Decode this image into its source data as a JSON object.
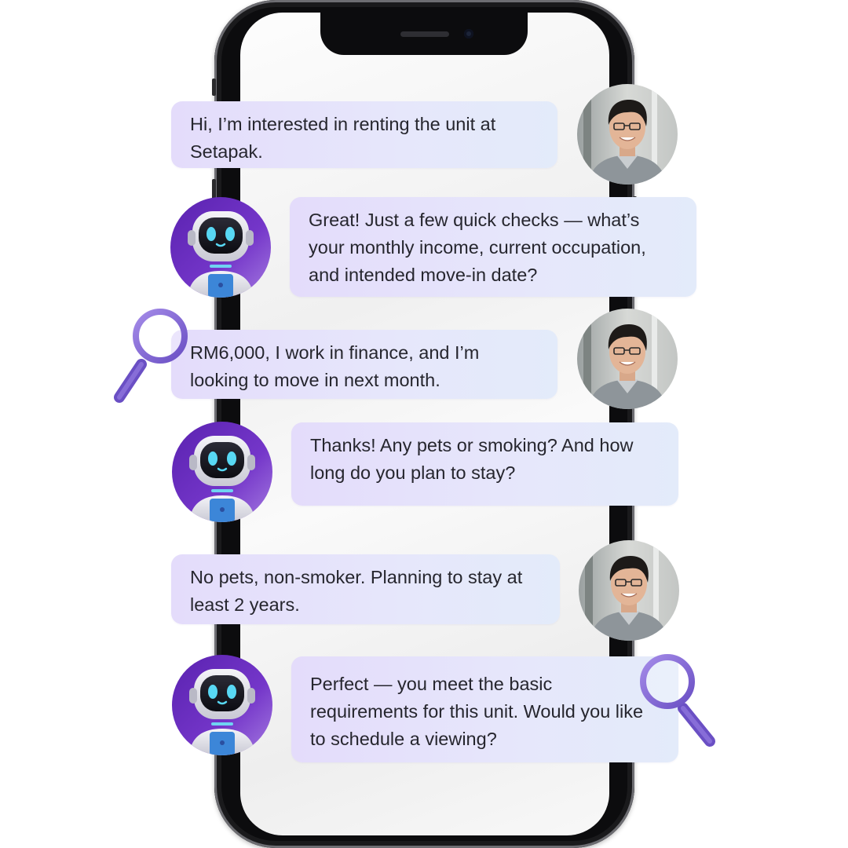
{
  "chat": {
    "messages": [
      {
        "sender": "user",
        "text": "Hi, I’m interested in renting the unit at Setapak."
      },
      {
        "sender": "bot",
        "text": "Great! Just a few quick checks — what’s your monthly income, current occupation, and intended move-in date?"
      },
      {
        "sender": "user",
        "text": "RM6,000, I work in finance, and I’m looking to move in next month."
      },
      {
        "sender": "bot",
        "text": "Thanks! Any pets or smoking? And how long do you plan to stay?"
      },
      {
        "sender": "user",
        "text": "No pets, non-smoker. Planning to stay at least 2 years."
      },
      {
        "sender": "bot",
        "text": "Perfect — you meet the basic requirements for this unit. Would you like to schedule a viewing?"
      }
    ]
  },
  "icons": {
    "user_avatar": "person-photo-avatar",
    "bot_avatar": "robot-avatar",
    "magnifier": "magnifying-glass-icon"
  },
  "colors": {
    "bubble": "#e6e4fb",
    "bot_bg": "#6b2fc0",
    "magnifier": "#8c6fd8"
  }
}
